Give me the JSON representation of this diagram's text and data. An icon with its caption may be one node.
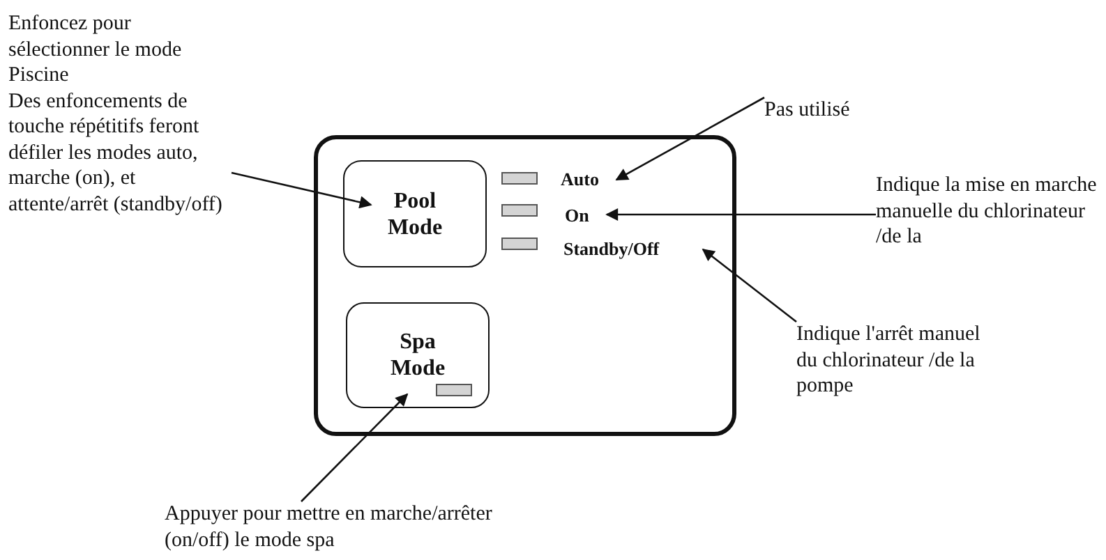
{
  "diagram": {
    "nodes": [
      {
        "text": [],
        "shape": "box"
      },
      {
        "text": [
          "Pool Mode"
        ],
        "in": 0
      },
      {
        "text": [
          "Spa Mode"
        ],
        "in": 0
      },
      {
        "text": [
          "Auto"
        ],
        "in": 0
      },
      {
        "text": [
          "On"
        ],
        "in": 0
      },
      {
        "text": [
          "Standby/Off"
        ],
        "in": 0
      },
      {
        "text": [
          "Enfoncez pour sélectionner le mode Piscine",
          "Des enfoncements de touche répétitifs feront défiler les modes auto, marche (on), et attente/arrêt (standby/off)"
        ]
      },
      {
        "text": [
          "Pas utilisé"
        ]
      },
      {
        "text": [
          "Indique la mise en marche manuelle du chlorinateur /de la"
        ]
      },
      {
        "text": [
          "Indique l'arrêt manuel du chlorinateur /de la pompe"
        ]
      },
      {
        "text": [
          "Appuyer pour mettre en marche/arrêter (on/off) le mode spa"
        ]
      }
    ],
    "edges": [
      {
        "from": 6,
        "to": 1,
        "arrow": "to"
      },
      {
        "from": 7,
        "to": 3,
        "arrow": "to"
      },
      {
        "from": 8,
        "to": 4,
        "arrow": "to"
      },
      {
        "from": 9,
        "to": 5,
        "arrow": "to"
      },
      {
        "from": 10,
        "to": 2,
        "arrow": "to"
      }
    ]
  }
}
